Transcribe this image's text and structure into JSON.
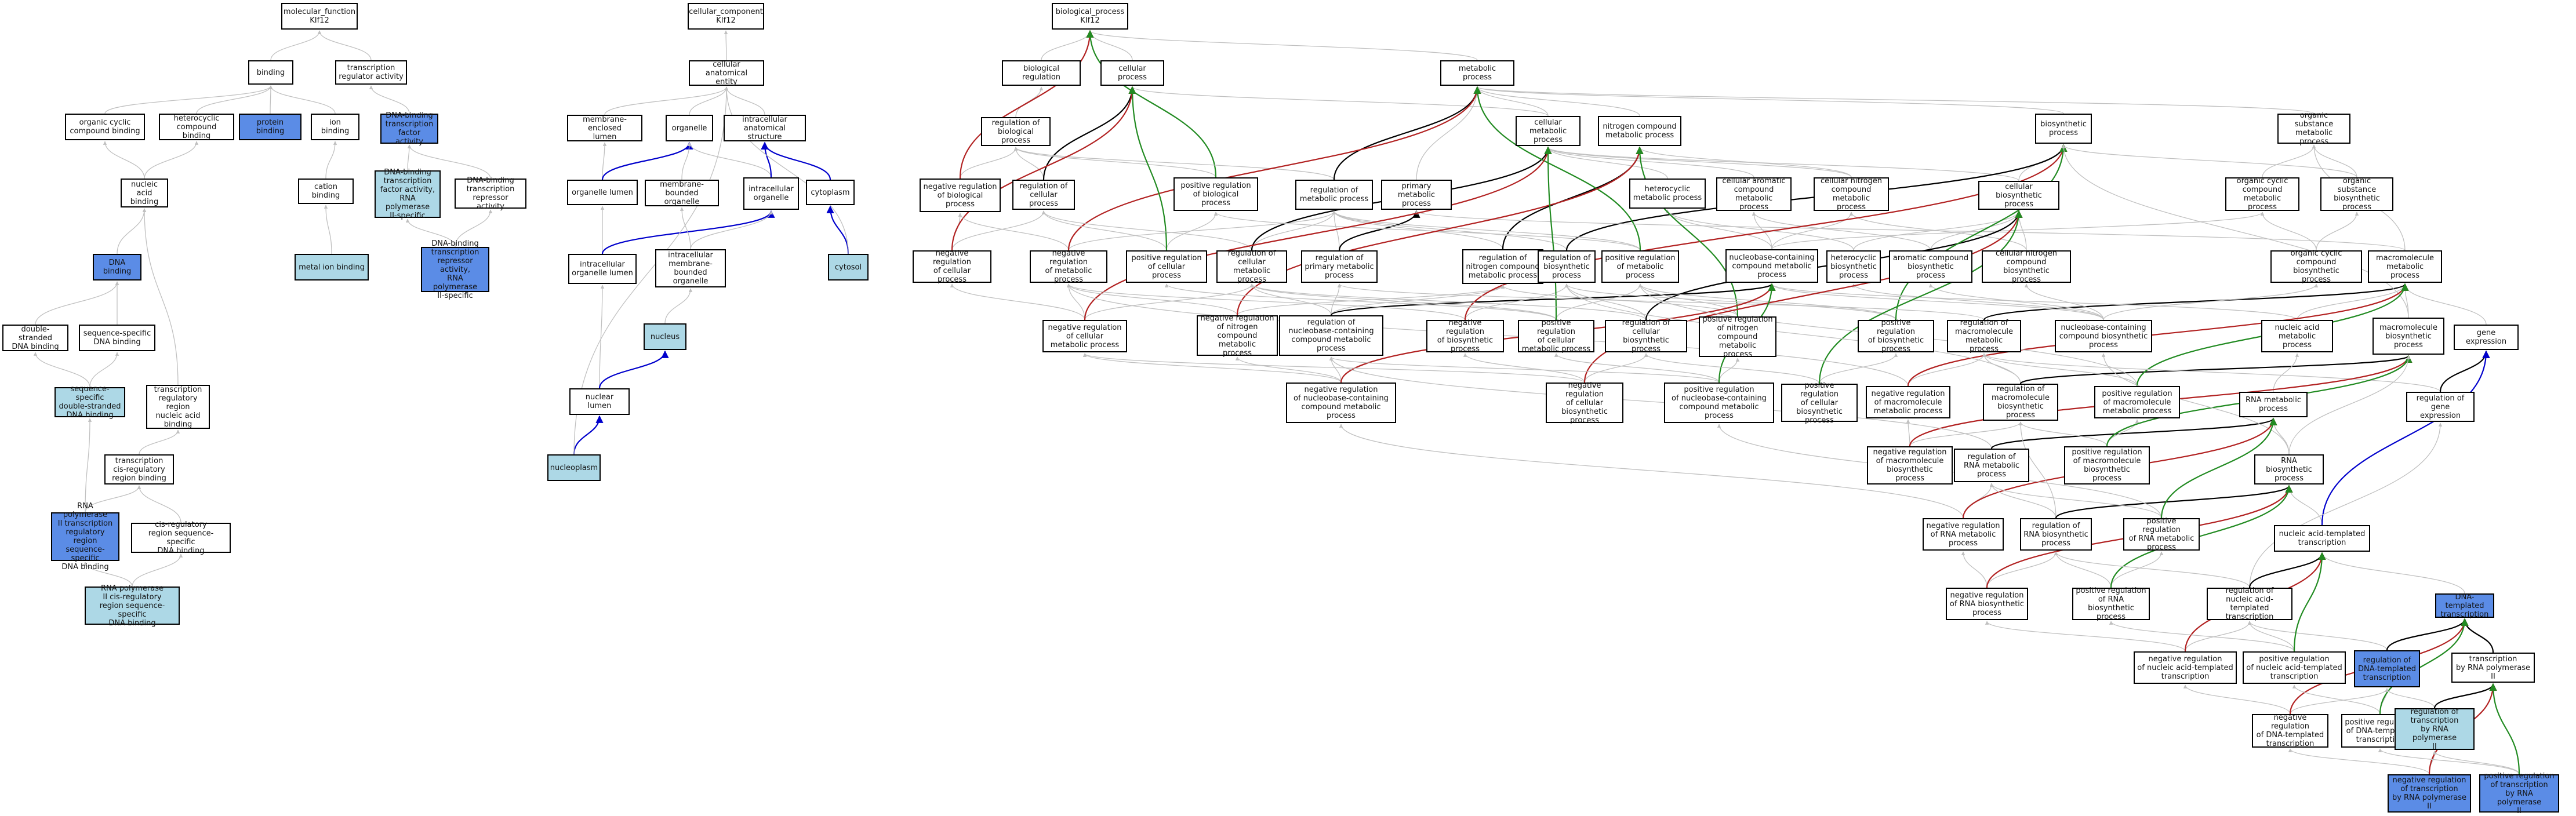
{
  "colors": {
    "edge_gray": "#c0c0c0",
    "edge_black": "#000000",
    "edge_red": "#b22222",
    "edge_green": "#228b22",
    "edge_blue": "#0000cc",
    "fill_blue": "#5b8ce6",
    "fill_light": "#add8e6"
  },
  "nodes": {
    "mf_root": "molecular_function\nKIf12",
    "binding": "binding",
    "tr_reg": "transcription\nregulator activity",
    "org_cyclic_bind": "organic cyclic\ncompound binding",
    "hetero_bind": "heterocyclic\ncompound binding",
    "protein_bind": "protein binding",
    "ion_bind": "ion binding",
    "dbtf": "DNA-binding\ntranscription\nfactor activity",
    "nucleic_bind": "nucleic acid\nbinding",
    "cation_bind": "cation binding",
    "dbtf_pol2": "DNA-binding\ntranscription\nfactor activity,\nRNA polymerase\nII-specific",
    "dbtr": "DNA-binding\ntranscription\nrepressor activity",
    "dna_bind": "DNA binding",
    "metal_bind": "metal ion binding",
    "dbtr_pol2": "DNA-binding\ntranscription\nrepressor activity,\nRNA polymerase\nII-specific",
    "ds_dna": "double-stranded\nDNA binding",
    "seq_dna": "sequence-specific\nDNA binding",
    "seq_ds": "sequence-specific\ndouble-stranded\nDNA binding",
    "tr_region": "transcription\nregulatory region\nnucleic acid\nbinding",
    "tcr": "transcription\ncis-regulatory\nregion binding",
    "pol2_reg": "RNA polymerase\nII transcription\nregulatory region\nsequence-specific\nDNA binding",
    "cis_reg": "cis-regulatory\nregion sequence-specific\nDNA binding",
    "pol2_cis": "RNA polymerase\nII cis-regulatory\nregion sequence-specific\nDNA binding",
    "cc_root": "cellular_component\nKIf12",
    "cae": "cellular anatomical\nentity",
    "membrane_lumen": "membrane-enclosed\nlumen",
    "organelle": "organelle",
    "intra_struct": "intracellular\nanatomical structure",
    "organelle_lumen": "organelle lumen",
    "mb_organelle": "membrane-bounded\norganelle",
    "intra_organelle": "intracellular\norganelle",
    "cytoplasm": "cytoplasm",
    "intra_org_lumen": "intracellular\norganelle lumen",
    "intra_mb_org": "intracellular\nmembrane-bounded\norganelle",
    "cytosol": "cytosol",
    "nucleus": "nucleus",
    "nuclear_lumen": "nuclear lumen",
    "nucleoplasm": "nucleoplasm",
    "bp_root": "biological_process\nKIf12",
    "bio_reg": "biological regulation",
    "cell_proc": "cellular process",
    "metab_proc": "metabolic process",
    "reg_bio": "regulation of\nbiological process",
    "cell_metab": "cellular metabolic\nprocess",
    "ncmp": "nitrogen compound\nmetabolic process",
    "biosyn": "biosynthetic\nprocess",
    "osmp": "organic substance\nmetabolic process",
    "neg_reg_bio": "negative regulation\nof biological\nprocess",
    "reg_cell_proc": "regulation of\ncellular process",
    "pos_reg_bio": "positive regulation\nof biological\nprocess",
    "reg_metab": "regulation of\nmetabolic process",
    "prim_metab": "primary metabolic\nprocess",
    "hetero_metab": "heterocyclic\nmetabolic process",
    "aromatic_metab": "cellular aromatic\ncompound metabolic\nprocess",
    "cell_n_metab": "cellular nitrogen\ncompound metabolic\nprocess",
    "cell_biosyn": "cellular biosynthetic\nprocess",
    "org_cyclic_metab": "organic cyclic\ncompound metabolic\nprocess",
    "os_biosyn": "organic substance\nbiosynthetic\nprocess",
    "neg_reg_cell": "negative regulation\nof cellular\nprocess",
    "neg_reg_metab": "negative regulation\nof metabolic\nprocess",
    "pos_reg_cell": "positive regulation\nof cellular\nprocess",
    "reg_cell_metab": "regulation of\ncellular metabolic\nprocess",
    "reg_prim_metab": "regulation of\nprimary metabolic\nprocess",
    "reg_n_metab": "regulation of\nnitrogen compound\nmetabolic process",
    "reg_biosyn": "regulation of\nbiosynthetic\nprocess",
    "pos_reg_metab": "positive regulation\nof metabolic\nprocess",
    "nb_metab": "nucleobase-containing\ncompound metabolic\nprocess",
    "hetero_biosyn": "heterocyclic\nbiosynthetic\nprocess",
    "arom_biosyn": "aromatic compound\nbiosynthetic\nprocess",
    "cell_n_biosyn": "cellular nitrogen\ncompound biosynthetic\nprocess",
    "org_cyc_biosyn": "organic cyclic\ncompound biosynthetic\nprocess",
    "macro_metab": "macromolecule\nmetabolic process",
    "neg_reg_cell_metab": "negative regulation\nof cellular\nmetabolic process",
    "neg_reg_n_metab": "negative regulation\nof nitrogen\ncompound metabolic\nprocess",
    "reg_nb_metab": "regulation of\nnucleobase-containing\ncompound metabolic\nprocess",
    "neg_reg_biosyn": "negative regulation\nof biosynthetic\nprocess",
    "pos_reg_biosyn": "positive regulation\nof cellular\nmetabolic process",
    "reg_cell_biosyn": "regulation of\ncellular biosynthetic\nprocess",
    "pos_reg_n_metab": "positive regulation\nof nitrogen\ncompound metabolic\nprocess",
    "pos_reg_biosyn2": "positive regulation\nof biosynthetic\nprocess",
    "reg_macro_metab": "regulation of\nmacromolecule\nmetabolic process",
    "nb_biosyn": "nucleobase-containing\ncompound biosynthetic\nprocess",
    "nucleic_metab": "nucleic acid\nmetabolic process",
    "macro_biosyn": "macromolecule\nbiosynthetic\nprocess",
    "gene_expr": "gene expression",
    "neg_reg_nb_metab": "negative regulation\nof nucleobase-containing\ncompound metabolic\nprocess",
    "neg_reg_cell_biosyn": "negative regulation\nof cellular\nbiosynthetic\nprocess",
    "pos_reg_nb_metab": "positive regulation\nof nucleobase-containing\ncompound metabolic\nprocess",
    "pos_reg_cell_biosyn": "positive regulation\nof cellular\nbiosynthetic\nprocess",
    "neg_reg_macro_metab": "negative regulation\nof macromolecule\nmetabolic process",
    "reg_macro_biosyn": "regulation of\nmacromolecule\nbiosynthetic\nprocess",
    "pos_reg_macro_metab": "positive regulation\nof macromolecule\nmetabolic process",
    "rna_metab": "RNA metabolic\nprocess",
    "reg_gene_expr": "regulation of\ngene expression",
    "neg_reg_macro_biosyn": "negative regulation\nof macromolecule\nbiosynthetic\nprocess",
    "reg_rna_metab": "regulation of\nRNA metabolic\nprocess",
    "pos_reg_macro_biosyn": "positive regulation\nof macromolecule\nbiosynthetic\nprocess",
    "rna_biosyn": "RNA biosynthetic\nprocess",
    "neg_reg_rna_metab": "negative regulation\nof RNA metabolic\nprocess",
    "reg_rna_biosyn": "regulation of\nRNA biosynthetic\nprocess",
    "pos_reg_rna_metab": "positive regulation\nof RNA metabolic\nprocess",
    "nat": "nucleic acid-templated\ntranscription",
    "neg_reg_rna_biosyn": "negative regulation\nof RNA biosynthetic\nprocess",
    "pos_reg_rna_biosyn": "positive regulation\nof RNA biosynthetic\nprocess",
    "reg_nat": "regulation of\nnucleic acid-templated\ntranscription",
    "dna_templ": "DNA-templated\ntranscription",
    "reg_dna_templ": "regulation of\nDNA-templated\ntranscription",
    "neg_reg_nat": "negative regulation\nof nucleic acid-templated\ntranscription",
    "pos_reg_nat": "positive regulation\nof nucleic acid-templated\ntranscription",
    "tr_pol2": "transcription\nby RNA polymerase\nII",
    "neg_reg_dna_templ": "negative regulation\nof DNA-templated\ntranscription",
    "pos_reg_dna_templ": "positive regulation\nof DNA-templated\ntranscription",
    "reg_tr_pol2": "regulation of\ntranscription\nby RNA polymerase\nII",
    "neg_reg_tr_pol2": "negative regulation\nof transcription\nby RNA polymerase\nII",
    "pos_reg_tr_pol2": "positive regulation\nof transcription\nby RNA polymerase\nII"
  }
}
